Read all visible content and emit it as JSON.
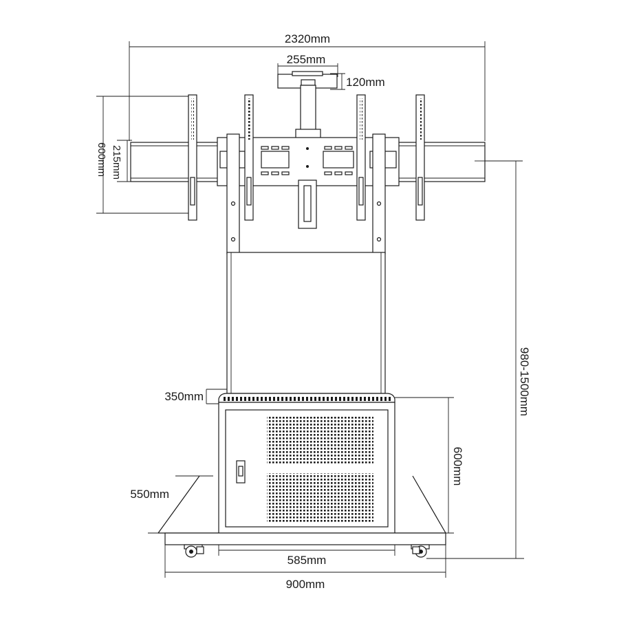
{
  "dimensions": {
    "overall_width": "2320mm",
    "vesa_top_width": "255mm",
    "vesa_top_height": "120mm",
    "bracket_height": "600mm",
    "beam_height": "215mm",
    "height_range": "980-1500mm",
    "cabinet_lid": "350mm",
    "cabinet_height": "600mm",
    "base_depth": "550mm",
    "cabinet_width": "585mm",
    "base_width": "900mm"
  },
  "colors": {
    "line": "#1a1a1a",
    "background": "#ffffff"
  }
}
